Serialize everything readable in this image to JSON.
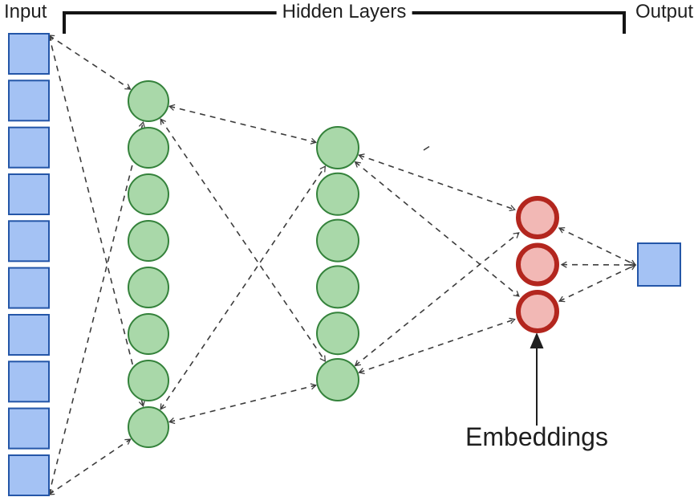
{
  "labels": {
    "input": "Input",
    "hidden_layers": "Hidden Layers",
    "output": "Output",
    "embeddings": "Embeddings"
  },
  "network": {
    "layers": [
      {
        "id": "input",
        "shape": "square",
        "count": 10,
        "fill": "#A4C2F4",
        "stroke": "#2456A8"
      },
      {
        "id": "hidden-1",
        "shape": "circle",
        "count": 8,
        "fill": "#A9D8A9",
        "stroke": "#34823B"
      },
      {
        "id": "hidden-2",
        "shape": "circle",
        "count": 6,
        "fill": "#A9D8A9",
        "stroke": "#34823B"
      },
      {
        "id": "embeddings",
        "shape": "circle",
        "count": 3,
        "fill": "#F2B8B5",
        "stroke": "#B3261E"
      },
      {
        "id": "output",
        "shape": "square",
        "count": 1,
        "fill": "#A4C2F4",
        "stroke": "#2456A8"
      }
    ],
    "line_style": "dashed",
    "line_color": "#3c3c3c"
  },
  "annotation": {
    "bracket_color": "#141414",
    "arrow_color": "#1f1f1f",
    "text_color": "#1f1f1f"
  }
}
